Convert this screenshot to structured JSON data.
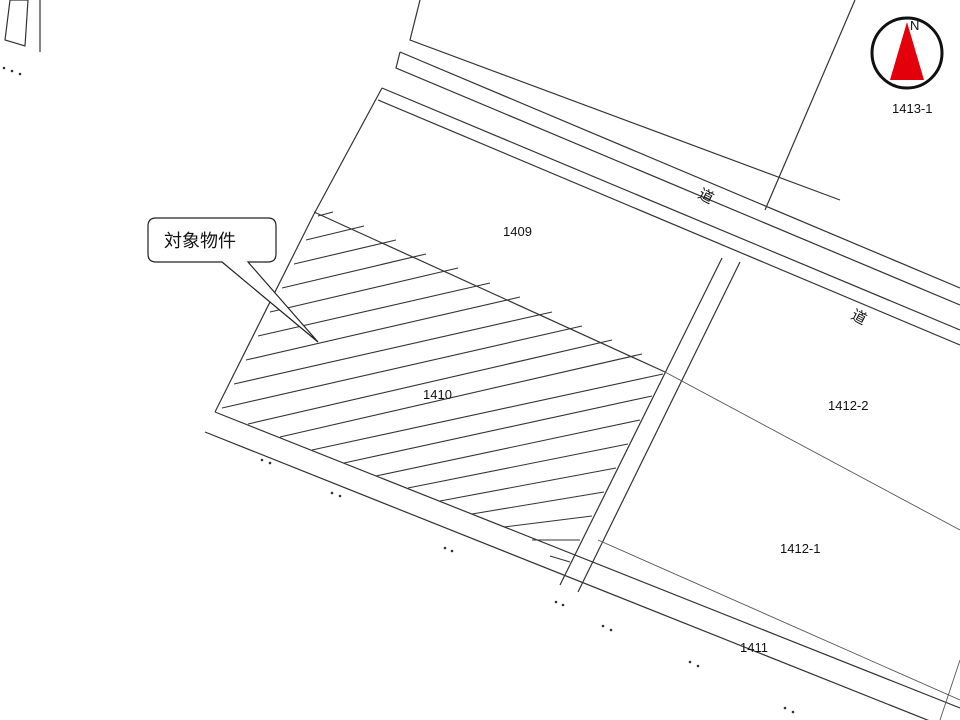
{
  "compass": {
    "north_letter": "N",
    "label": "1413-1"
  },
  "callout": {
    "text": "対象物件"
  },
  "parcels": {
    "p1409": "1409",
    "p1410": "1410",
    "p1411": "1411",
    "p1412_1": "1412-1",
    "p1412_2": "1412-2"
  },
  "roads": {
    "road_char": "道"
  },
  "colors": {
    "compass_arrow": "#e3000b",
    "lines": "#333333",
    "background": "#ffffff"
  }
}
